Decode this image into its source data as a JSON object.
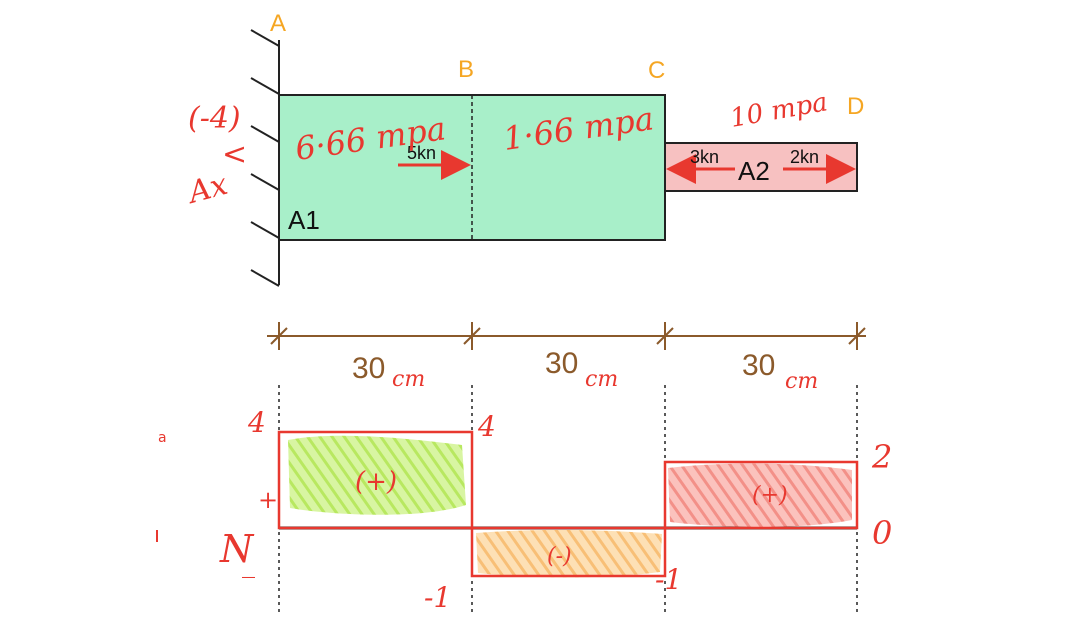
{
  "points": {
    "a": "A",
    "b": "B",
    "c": "C",
    "d": "D"
  },
  "sections": {
    "a1": "A1",
    "a2": "A2"
  },
  "loads": {
    "load_b": "5kn",
    "load_c": "3kn",
    "load_d": "2kn"
  },
  "annotations": {
    "stress_ab": "6·66 mpa",
    "stress_bc": "1·66 mpa",
    "stress_cd": "10 mpa",
    "reaction_value": "(-4)",
    "reaction_arrow": "<",
    "reaction_label": "Ax"
  },
  "dimensions": [
    {
      "value": "30",
      "unit": "cm"
    },
    {
      "value": "30",
      "unit": "cm"
    },
    {
      "value": "30",
      "unit": "cm"
    }
  ],
  "normal_force": {
    "axis_label": "N",
    "axis_minus": "_",
    "axis_plus": "+",
    "segments": [
      {
        "label": "(+)",
        "value": 4,
        "color": "#c8f07a"
      },
      {
        "label": "(-)",
        "value": -1,
        "color": "#fbc98a"
      },
      {
        "label": "(+)",
        "value": 2,
        "color": "#f59a94"
      }
    ],
    "values_text": {
      "ab_left": "4",
      "ab_right": "4",
      "bc_left": "-1",
      "bc_right": "-1",
      "cd_right": "2",
      "end": "0"
    }
  },
  "colors": {
    "section_a1": "#a8efc9",
    "section_a2": "#f7c1c1",
    "red": "#e8382f",
    "orange": "#f5a623",
    "dimension": "#8b5a2b"
  }
}
